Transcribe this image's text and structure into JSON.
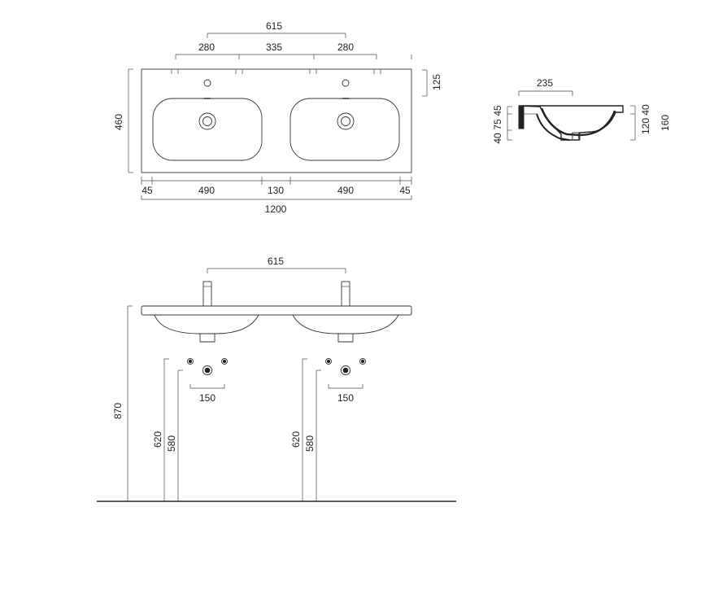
{
  "top_view": {
    "total_width": "1200",
    "depth": "460",
    "tap_spacing": "615",
    "tap_offset_left": "280",
    "tap_gap": "335",
    "tap_offset_right": "280",
    "tap_setback": "125",
    "edge_left": "45",
    "bowl_left": "490",
    "bowl_gap": "130",
    "bowl_right": "490",
    "edge_right": "45"
  },
  "side_section": {
    "width": "235",
    "left_a": "45",
    "left_b": "75",
    "left_c": "40",
    "right_a": "40",
    "right_b": "120",
    "right_total": "160"
  },
  "front_view": {
    "tap_spacing": "615",
    "height_total": "870",
    "left_unit": {
      "h_outer": "620",
      "h_inner": "580",
      "waste_spacing": "150"
    },
    "right_unit": {
      "h_outer": "620",
      "h_inner": "580",
      "waste_spacing": "150"
    }
  }
}
